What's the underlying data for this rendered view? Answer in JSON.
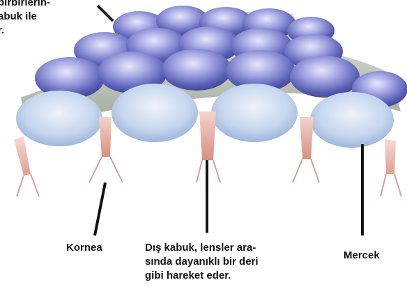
{
  "labels": {
    "top_note": [
      "birbirlerin-",
      "abuk ile",
      "r."
    ],
    "kornea": "Kornea",
    "dis_kabuk": [
      "Dış kabuk, lensler ara-",
      "sında dayanıklı bir deri",
      "gibi hareket eder."
    ],
    "mercek": "Mercek"
  },
  "colors": {
    "lens_dome": "#5a5fb6",
    "lens_cap": "#b5cae7",
    "shell": "#a9b3a0",
    "cone": "#e8b6aa",
    "pointer": "#111111"
  }
}
